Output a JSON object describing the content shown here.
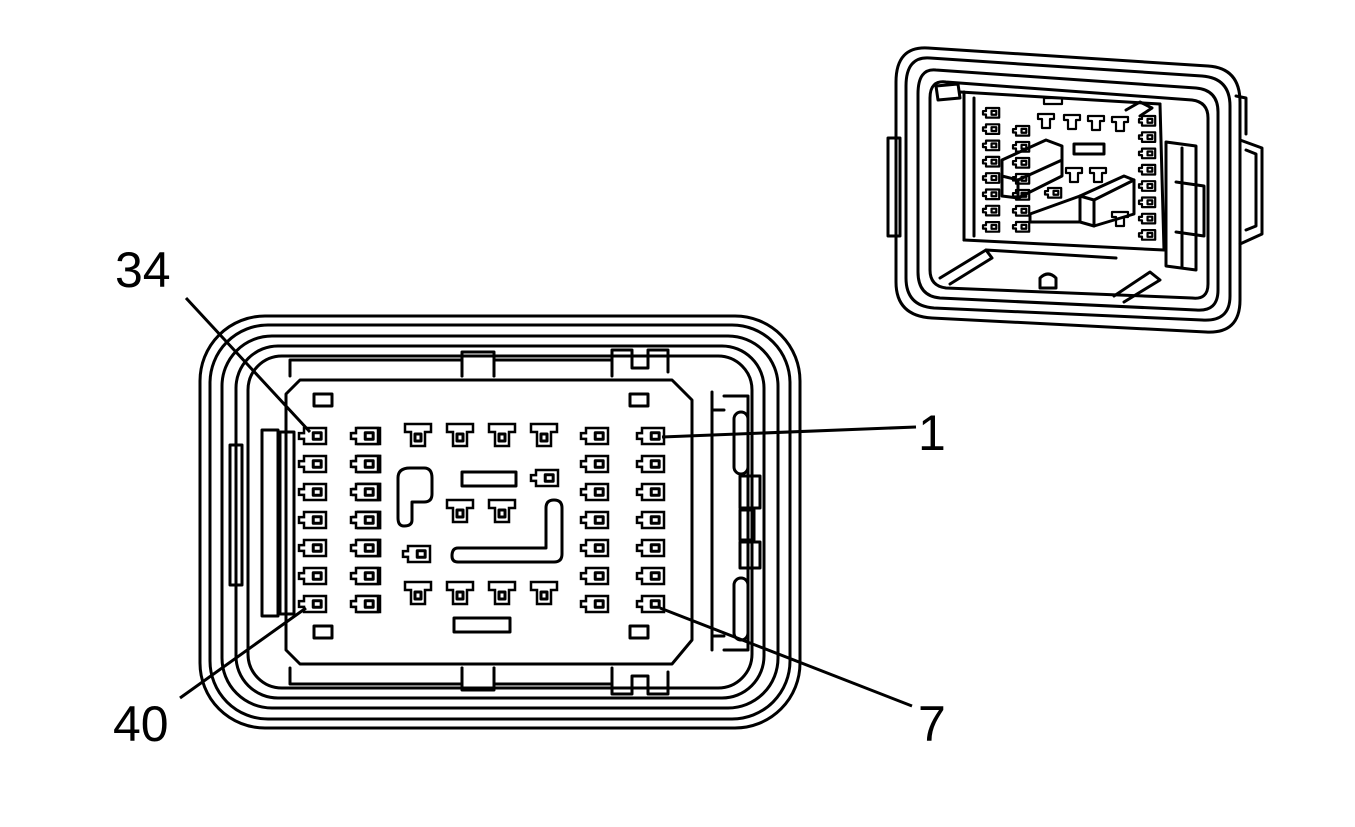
{
  "pin_labels": {
    "top_left": "34",
    "right_top": "1",
    "bottom_left": "40",
    "right_bottom": "7"
  }
}
